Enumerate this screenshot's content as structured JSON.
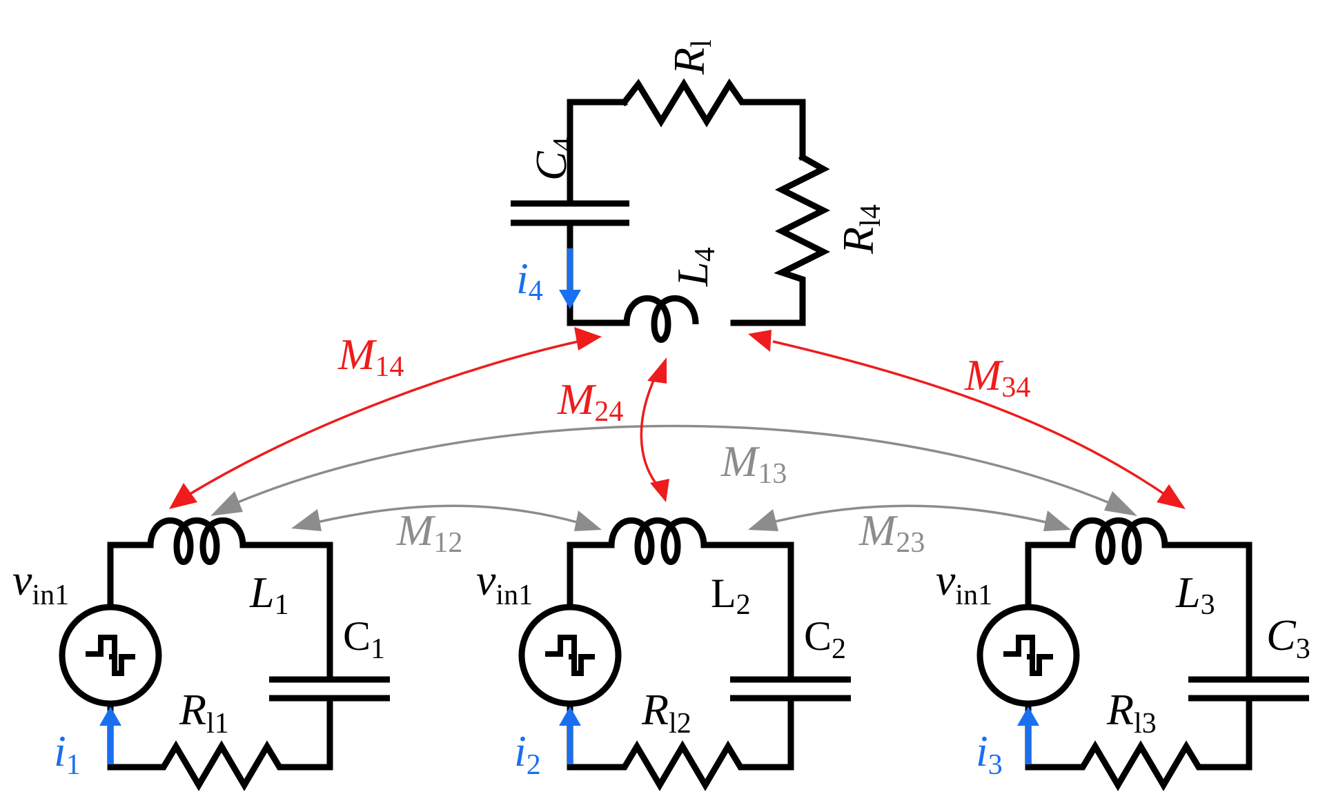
{
  "colors": {
    "wire": "#000000",
    "current": "#1a6ff0",
    "coupling_active": "#ee1c1c",
    "coupling_inactive": "#8c8c8c"
  },
  "receiver": {
    "capacitor": {
      "main": "C",
      "sub": "4"
    },
    "inductor": {
      "main": "L",
      "sub": "4"
    },
    "resistor_top": {
      "main": "R",
      "sub": "l"
    },
    "resistor_right": {
      "main": "R",
      "sub": "l4"
    },
    "current": {
      "main": "i",
      "sub": "4"
    }
  },
  "transmitters": [
    {
      "source": {
        "main": "v",
        "sub": "in1"
      },
      "inductor": {
        "main": "L",
        "sub": "1"
      },
      "capacitor": {
        "main": "C",
        "sub": "1"
      },
      "resistor": {
        "main": "R",
        "sub": "l1"
      },
      "current": {
        "main": "i",
        "sub": "1"
      }
    },
    {
      "source": {
        "main": "v",
        "sub": "in1"
      },
      "inductor": {
        "main": "L",
        "sub": "2"
      },
      "capacitor": {
        "main": "C",
        "sub": "2"
      },
      "resistor": {
        "main": "R",
        "sub": "l2"
      },
      "current": {
        "main": "i",
        "sub": "2"
      }
    },
    {
      "source": {
        "main": "v",
        "sub": "in1"
      },
      "inductor": {
        "main": "L",
        "sub": "3"
      },
      "capacitor": {
        "main": "C",
        "sub": "3"
      },
      "resistor": {
        "main": "R",
        "sub": "l3"
      },
      "current": {
        "main": "i",
        "sub": "3"
      }
    }
  ],
  "couplings": [
    {
      "id": "m14",
      "main": "M",
      "sub": "14",
      "color": "red"
    },
    {
      "id": "m24",
      "main": "M",
      "sub": "24",
      "color": "red"
    },
    {
      "id": "m34",
      "main": "M",
      "sub": "34",
      "color": "red"
    },
    {
      "id": "m13",
      "main": "M",
      "sub": "13",
      "color": "gray"
    },
    {
      "id": "m12",
      "main": "M",
      "sub": "12",
      "color": "gray"
    },
    {
      "id": "m23",
      "main": "M",
      "sub": "23",
      "color": "gray"
    }
  ],
  "icons": [
    "square-wave-source-icon",
    "inductor-icon",
    "capacitor-icon",
    "resistor-icon",
    "current-arrow-icon",
    "mutual-coupling-arrow-icon"
  ]
}
